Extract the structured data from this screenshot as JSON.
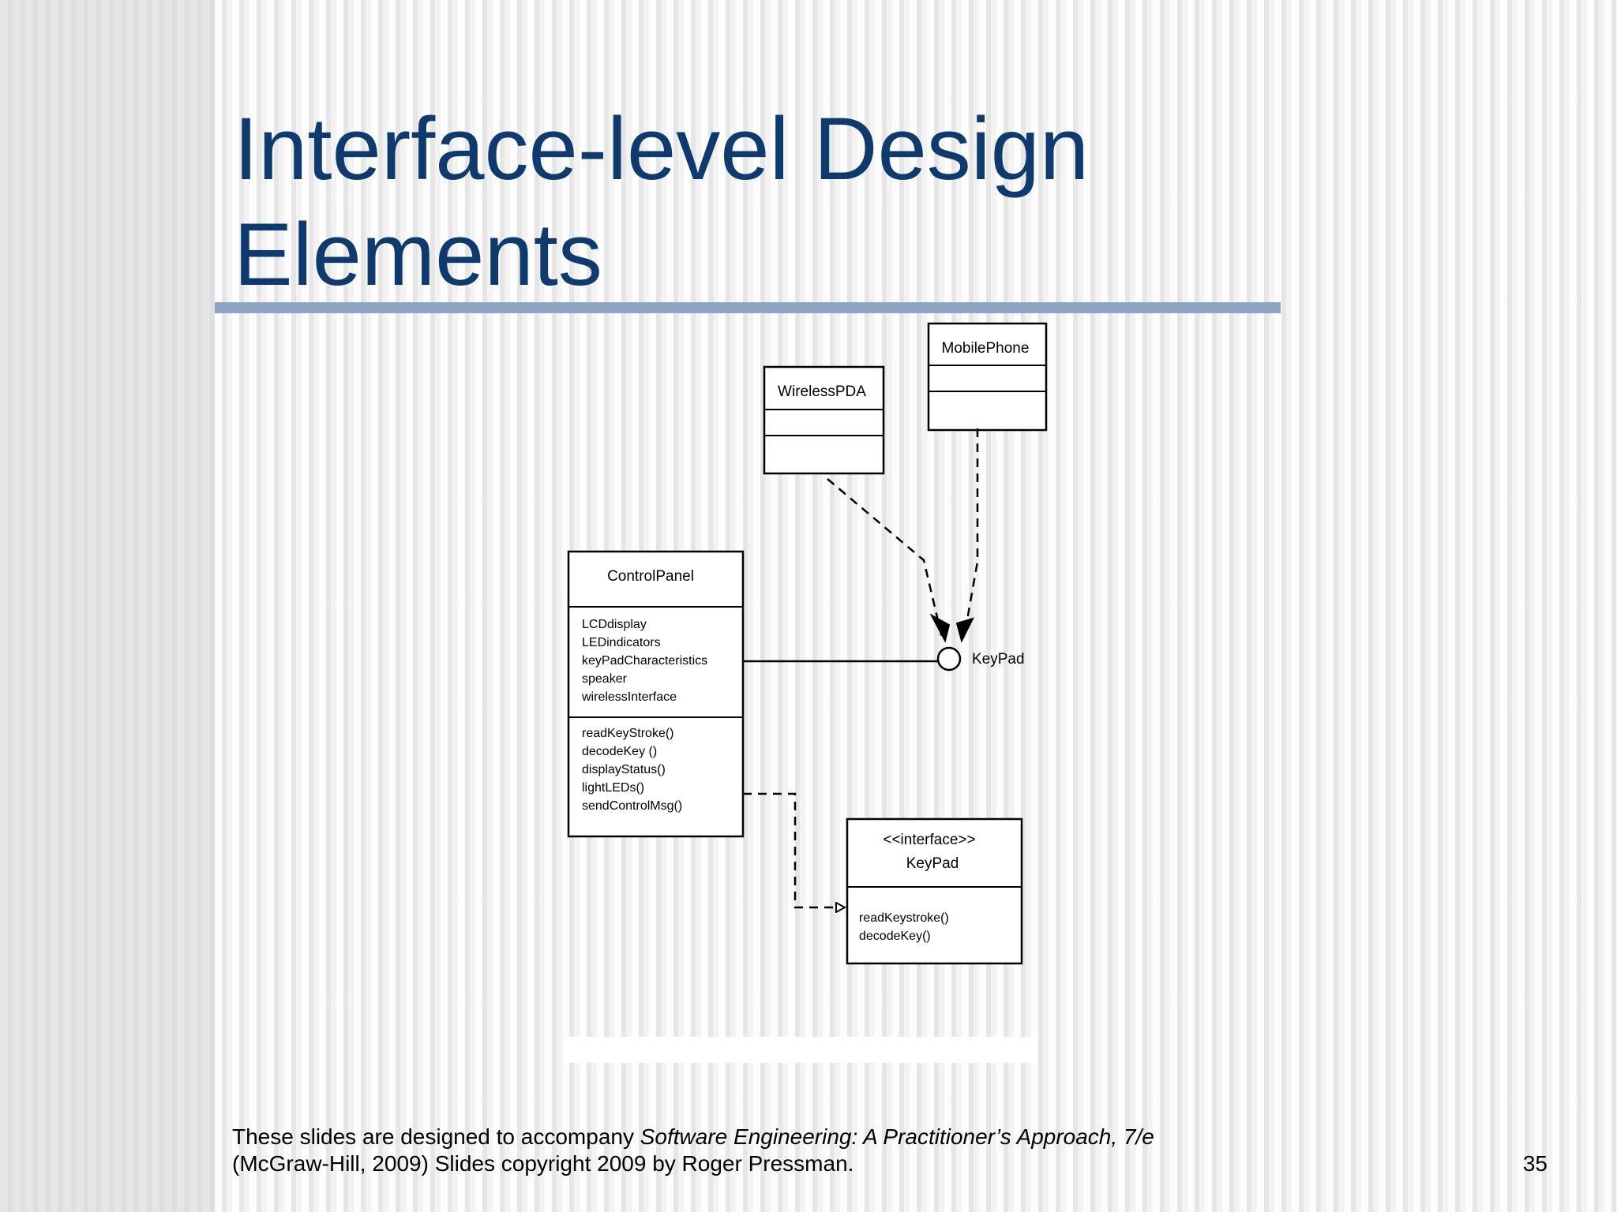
{
  "slide": {
    "title_line1": "Interface-level Design",
    "title_line2": "Elements",
    "page_number": "35"
  },
  "footer": {
    "text_before": "These slides are designed to accompany ",
    "book_title": "Software Engineering: A Practitioner’s Approach, 7/e",
    "line2": "(McGraw-Hill, 2009) Slides copyright 2009 by Roger Pressman."
  },
  "diagram": {
    "mobile_phone": {
      "name": "MobilePhone"
    },
    "wireless_pda": {
      "name": "WirelessPDA"
    },
    "control_panel": {
      "name": "ControlPanel",
      "attributes": [
        "LCDdisplay",
        "LEDindicators",
        "keyPadCharacteristics",
        "speaker",
        "wirelessInterface"
      ],
      "operations": [
        "readKeyStroke()",
        "decodeKey ()",
        "displayStatus()",
        "lightLEDs()",
        "sendControlMsg()"
      ]
    },
    "keypad_lollipop_label": "KeyPad",
    "keypad_interface": {
      "stereotype": "<<interface>>",
      "name": "KeyPad",
      "operations": [
        "readKeystroke()",
        "decodeKey()"
      ]
    }
  }
}
